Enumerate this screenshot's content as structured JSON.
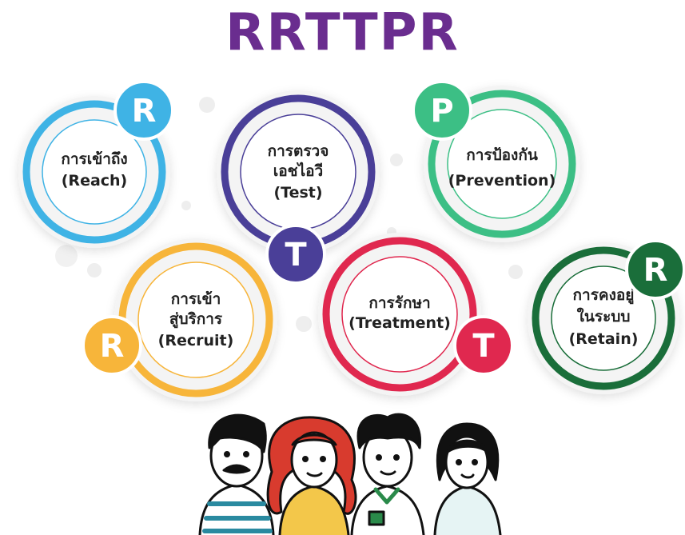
{
  "title": "RRTTPR",
  "colors": {
    "title": "#6a2d8f",
    "reach": "#3fb3e5",
    "test": "#4a3f98",
    "prevention": "#3cbf85",
    "recruit": "#f7b53a",
    "treatment": "#e0284f",
    "retain": "#1a6e3a"
  },
  "steps": [
    {
      "id": "reach",
      "badge": "R",
      "lines": [
        "การเข้าถึง",
        "(Reach)"
      ]
    },
    {
      "id": "test",
      "badge": "T",
      "lines": [
        "การตรวจ",
        "เอชไอวี",
        "(Test)"
      ]
    },
    {
      "id": "prevention",
      "badge": "P",
      "lines": [
        "การป้องกัน",
        "(Prevention)"
      ]
    },
    {
      "id": "recruit",
      "badge": "R",
      "lines": [
        "การเข้า",
        "สู่บริการ",
        "(Recruit)"
      ]
    },
    {
      "id": "treatment",
      "badge": "T",
      "lines": [
        "การรักษา",
        "(Treatment)"
      ]
    },
    {
      "id": "retain",
      "badge": "R",
      "lines": [
        "การคงอยู่",
        "ในระบบ",
        "(Retain)"
      ]
    }
  ],
  "illustration": "four-people-illustration"
}
